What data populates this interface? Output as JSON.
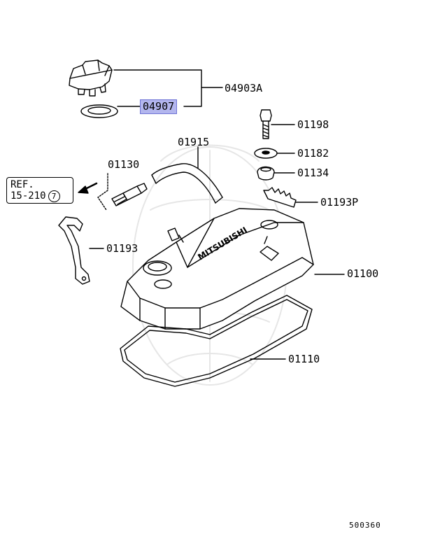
{
  "diagram": {
    "callouts": {
      "p04903A": "04903A",
      "p04907": "04907",
      "p01198": "01198",
      "p01915": "01915",
      "p01182": "01182",
      "p01130": "01130",
      "p01134": "01134",
      "p01193P": "01193P",
      "p01193": "01193",
      "p01100": "01100",
      "p01110": "01110"
    },
    "reference": {
      "line1": "REF.",
      "line2": "15-210",
      "circled": "7"
    },
    "cover_logo": "MITSUBISHI",
    "figure_number": "500360",
    "highlight_color": "#b3b6ee"
  }
}
